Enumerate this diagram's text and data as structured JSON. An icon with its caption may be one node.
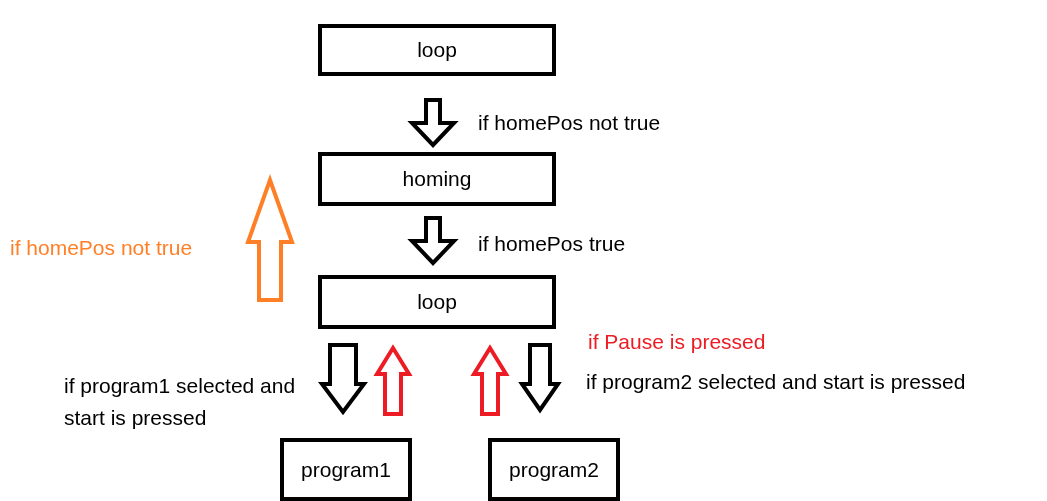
{
  "diagram": {
    "nodes": [
      {
        "text": [
          "loop"
        ]
      },
      {
        "text": [
          "homing"
        ]
      },
      {
        "text": [
          "loop"
        ]
      },
      {
        "text": [
          "program1"
        ]
      },
      {
        "text": [
          "program2"
        ]
      }
    ],
    "edges": [
      {
        "from": 0,
        "to": 1,
        "arrow": "to",
        "label": "if homePos not true"
      },
      {
        "from": 1,
        "to": 2,
        "arrow": "to",
        "label": "if homePos true"
      },
      {
        "from": 2,
        "to": 1,
        "arrow": "to",
        "label": "if homePos not true",
        "color": "#ff7f27"
      },
      {
        "from": 2,
        "to": 3,
        "arrow": "to",
        "label": "if program1 selected and start is pressed"
      },
      {
        "from": 3,
        "to": 2,
        "arrow": "to",
        "color": "#ed1c24"
      },
      {
        "from": 4,
        "to": 2,
        "arrow": "to",
        "label": "if Pause is pressed",
        "color": "#ed1c24"
      },
      {
        "from": 2,
        "to": 4,
        "arrow": "to",
        "label": "if program2 selected and start is pressed"
      }
    ]
  }
}
